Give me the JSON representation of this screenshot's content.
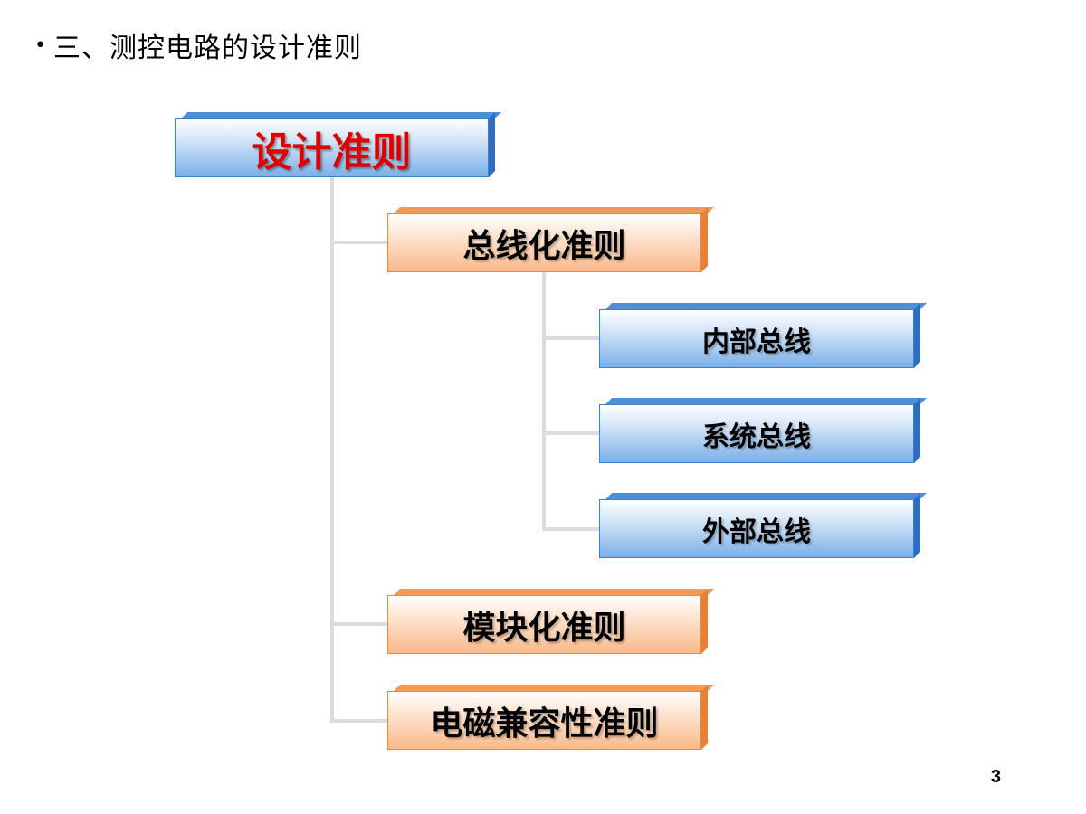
{
  "slide": {
    "bullet": "•",
    "heading": "三、测控电路的设计准则",
    "page_number": "3"
  },
  "diagram": {
    "root": {
      "label": "设计准则",
      "color": "#e00000"
    },
    "children": [
      {
        "label": "总线化准则",
        "children": [
          {
            "label": "内部总线"
          },
          {
            "label": "系统总线"
          },
          {
            "label": "外部总线"
          }
        ]
      },
      {
        "label": "模块化准则",
        "children": []
      },
      {
        "label": "电磁兼容性准则",
        "children": []
      }
    ],
    "colors": {
      "root_fill": "#cfe2f7",
      "level1_fill": "#fde3cf",
      "level2_fill": "#cfe2f7",
      "blue_border": "#3a7fd0",
      "orange_border": "#f0893e",
      "connector": "#dcdcdc"
    }
  }
}
